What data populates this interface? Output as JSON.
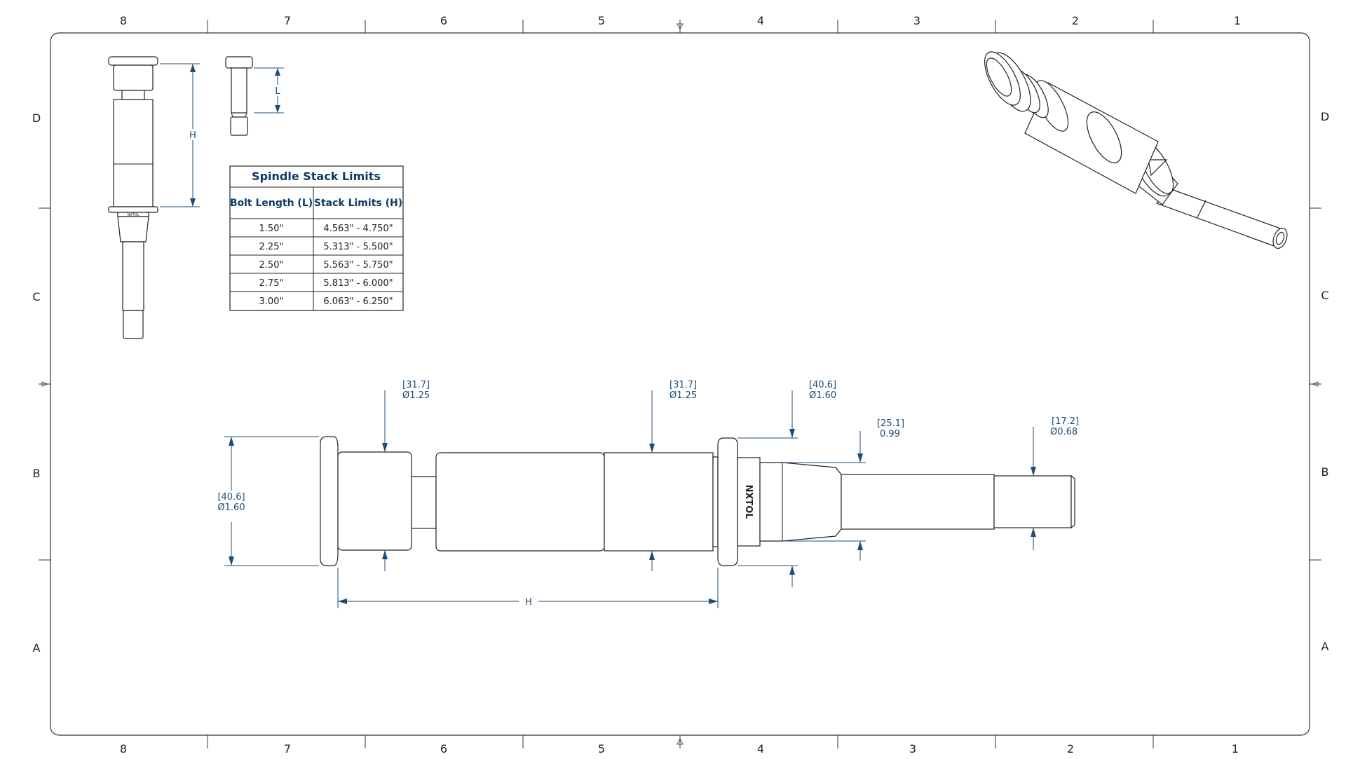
{
  "sheet": {
    "col_labels_top": [
      "8",
      "7",
      "6",
      "5",
      "4",
      "3",
      "2",
      "1"
    ],
    "col_labels_bottom": [
      "8",
      "7",
      "6",
      "5",
      "4",
      "3",
      "2",
      "1"
    ],
    "row_labels_left": [
      "D",
      "C",
      "B",
      "A"
    ],
    "row_labels_right": [
      "D",
      "C",
      "B",
      "A"
    ]
  },
  "table": {
    "title": "Spindle Stack Limits",
    "headers": [
      "Bolt Length (L)",
      "Stack Limits (H)"
    ],
    "rows": [
      [
        "1.50\"",
        "4.563\" - 4.750\""
      ],
      [
        "2.25\"",
        "5.313\" - 5.500\""
      ],
      [
        "2.50\"",
        "5.563\" - 5.750\""
      ],
      [
        "2.75\"",
        "5.813\" - 6.000\""
      ],
      [
        "3.00\"",
        "6.063\" - 6.250\""
      ]
    ]
  },
  "small_views": {
    "height_label": "H",
    "bolt_length_label": "L",
    "logo_text": "NXTOL"
  },
  "dimensions": {
    "d1": {
      "metric": "[31.7]",
      "imperial": "Ø1.25"
    },
    "d2": {
      "metric": "[31.7]",
      "imperial": "Ø1.25"
    },
    "d3": {
      "metric": "[40.6]",
      "imperial": "Ø1.60"
    },
    "d4": {
      "metric": "[25.1]",
      "imperial": "0.99"
    },
    "d5": {
      "metric": "[17.2]",
      "imperial": "Ø0.68"
    },
    "d6": {
      "metric": "[40.6]",
      "imperial": "Ø1.60"
    },
    "h_label": "H"
  },
  "colors": {
    "dimension": "#1d4c7a",
    "outline": "#222222",
    "table_text": "#0f3a63"
  }
}
